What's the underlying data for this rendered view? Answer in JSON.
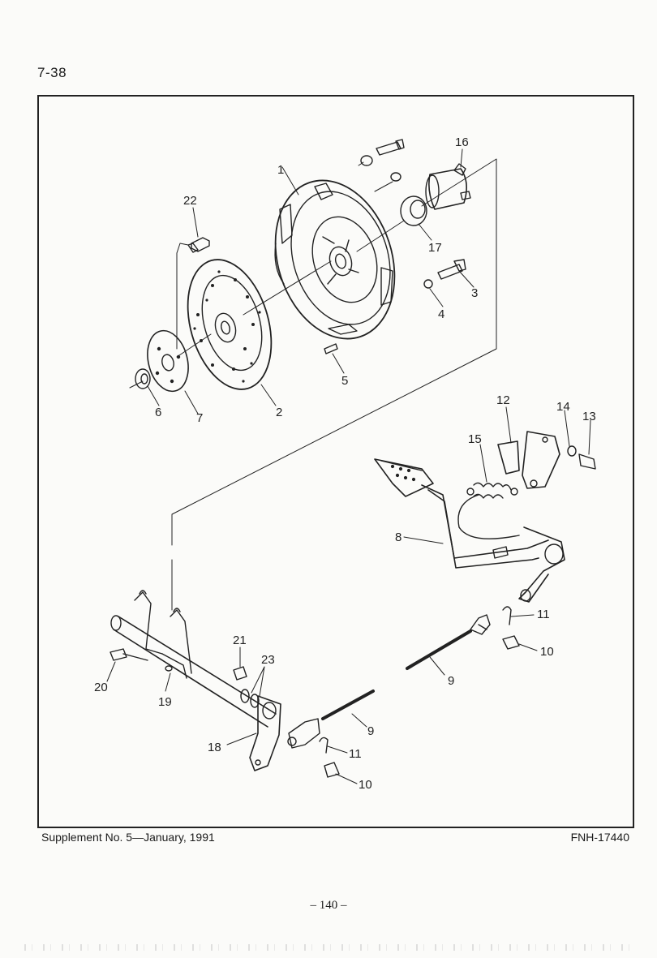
{
  "page_number": "7-38",
  "footer": {
    "supplement": "Supplement  No. 5—January,  1991",
    "part_code": "FNH-17440"
  },
  "sheet_number": "– 140 –",
  "callouts": {
    "c1": "1",
    "c2": "2",
    "c3": "3",
    "c4": "4",
    "c5": "5",
    "c6": "6",
    "c7": "7",
    "c8": "8",
    "c9a": "9",
    "c9b": "9",
    "c10a": "10",
    "c10b": "10",
    "c11a": "11",
    "c11b": "11",
    "c12": "12",
    "c13": "13",
    "c14": "14",
    "c15": "15",
    "c16": "16",
    "c17": "17",
    "c18": "18",
    "c19": "19",
    "c20": "20",
    "c21": "21",
    "c22": "22",
    "c23": "23"
  },
  "colors": {
    "ink": "#222222",
    "paper": "#fbfbf9"
  }
}
